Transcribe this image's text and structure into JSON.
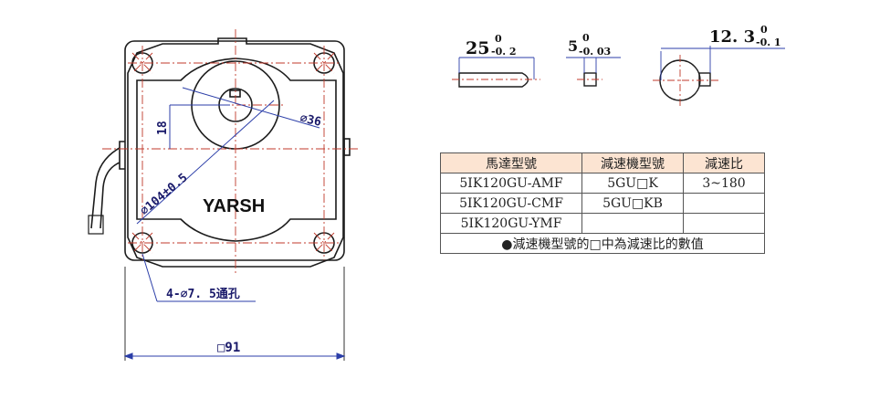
{
  "drawing": {
    "brand": "YARSH",
    "dim_shaft_length": "25",
    "dim_shaft_length_tol_upper": "0",
    "dim_shaft_length_tol_lower": "-0. 2",
    "dim_key_width": "5",
    "dim_key_width_tol_upper": "0",
    "dim_key_width_tol_lower": "-0. 03",
    "dim_key_height": "12. 3",
    "dim_key_height_tol_upper": "0",
    "dim_key_height_tol_lower": "-0. 1",
    "dim_boss_diameter": "⌀36",
    "dim_shaft_offset": "18",
    "dim_bolt_circle": "⌀104±0.5",
    "dim_mounting_holes": "4-⌀7. 5通孔",
    "dim_flange_square": "□91"
  },
  "table": {
    "headers": [
      "馬達型號",
      "減速機型號",
      "減速比"
    ],
    "rows": [
      [
        "5IK120GU-AMF",
        "5GU□K",
        "3~180"
      ],
      [
        "5IK120GU-CMF",
        "5GU□KB",
        ""
      ],
      [
        "5IK120GU-YMF",
        "",
        ""
      ]
    ],
    "note": "●減速機型號的□中為減速比的數值"
  },
  "colors": {
    "outline": "#1c1c1c",
    "centerline": "#c0392b",
    "dimension": "#2b3ea8",
    "header_bg": "#fce4d2"
  }
}
